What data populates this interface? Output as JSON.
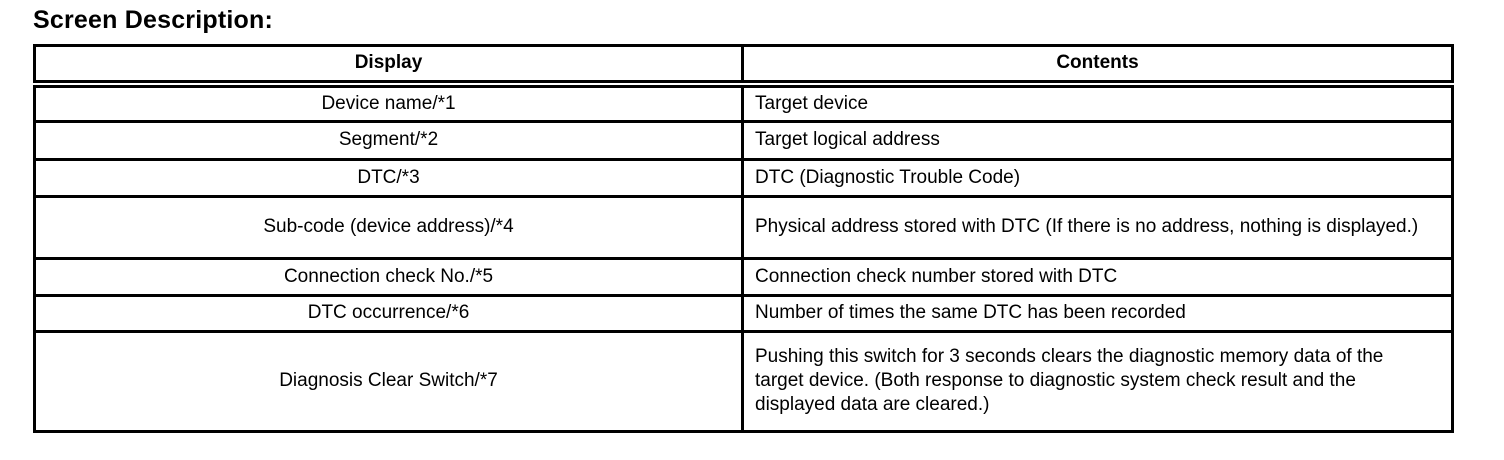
{
  "page": {
    "title": "Screen Description:"
  },
  "table": {
    "headers": {
      "display": "Display",
      "contents": "Contents"
    },
    "rows": [
      {
        "display": "Device name/*1",
        "contents": "Target device"
      },
      {
        "display": "Segment/*2",
        "contents": "Target logical address"
      },
      {
        "display": "DTC/*3",
        "contents": "DTC (Diagnostic Trouble Code)"
      },
      {
        "display": "Sub-code (device address)/*4",
        "contents": "Physical address stored with DTC (If there is no address, nothing is displayed.)"
      },
      {
        "display": "Connection check No./*5",
        "contents": "Connection check number stored with DTC"
      },
      {
        "display": "DTC occurrence/*6",
        "contents": "Number of times the same DTC has been recorded"
      },
      {
        "display": "Diagnosis Clear Switch/*7",
        "contents": "Pushing this switch for 3 seconds clears the diagnostic memory data of the target device. (Both response to diagnostic system check result and the displayed data are cleared.)"
      }
    ],
    "colors": {
      "border": "#000000",
      "text": "#000000",
      "background": "#ffffff"
    }
  }
}
